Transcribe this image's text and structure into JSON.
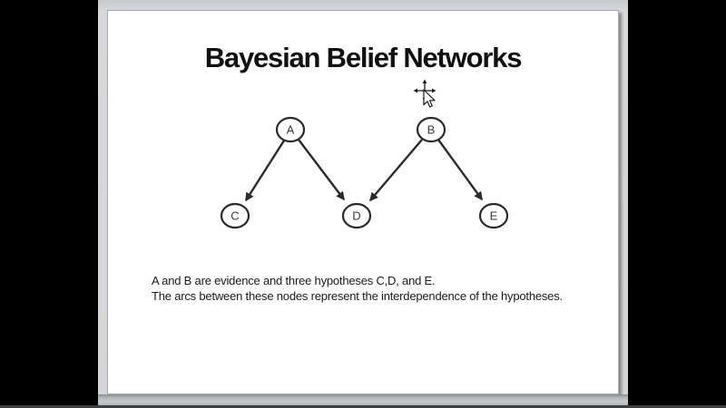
{
  "frame": {
    "letterbox_color": "#000000",
    "canvas_color": "#d3d5d8",
    "slide_color": "#fefefe",
    "ink_color": "#2b2b2b"
  },
  "slide": {
    "title": "Bayesian Belief Networks",
    "caption_line1": "A and B are evidence and three hypotheses C,D, and E.",
    "caption_line2": "The arcs between these nodes represent the interdependence of the hypotheses."
  },
  "diagram": {
    "type": "directed-graph",
    "nodes": [
      {
        "id": "A",
        "label": "A",
        "role": "evidence"
      },
      {
        "id": "B",
        "label": "B",
        "role": "evidence"
      },
      {
        "id": "C",
        "label": "C",
        "role": "hypothesis"
      },
      {
        "id": "D",
        "label": "D",
        "role": "hypothesis"
      },
      {
        "id": "E",
        "label": "E",
        "role": "hypothesis"
      }
    ],
    "edges": [
      {
        "from": "A",
        "to": "C"
      },
      {
        "from": "A",
        "to": "D"
      },
      {
        "from": "B",
        "to": "D"
      },
      {
        "from": "B",
        "to": "E"
      }
    ]
  },
  "icons": {
    "cursor": "move-pointer-cursor"
  }
}
